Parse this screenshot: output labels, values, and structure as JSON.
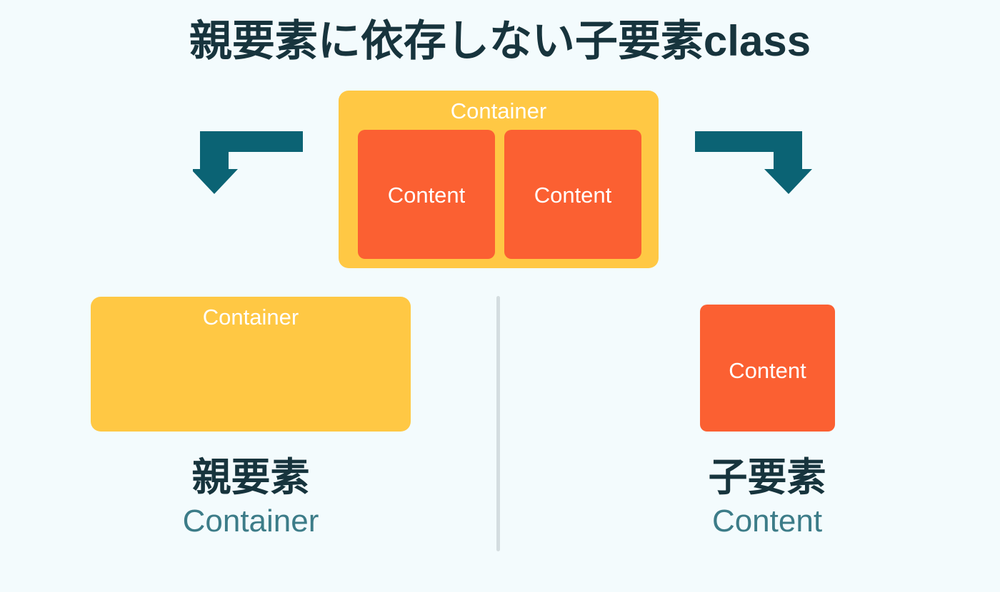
{
  "title": "親要素に依存しない子要素class",
  "colors": {
    "background": "#F3FBFD",
    "container": "#FFC844",
    "content": "#FB6032",
    "arrow": "#0B6374",
    "title_text": "#17343D",
    "caption_en": "#3C7C88",
    "box_label": "#FFFFFF",
    "divider": "#D4DDE0"
  },
  "top_demo": {
    "container_label": "Container",
    "contents": [
      {
        "label": "Content"
      },
      {
        "label": "Content"
      }
    ]
  },
  "arrows": [
    {
      "name": "arrow-left",
      "direction": "left-then-down"
    },
    {
      "name": "arrow-right",
      "direction": "right-then-down"
    }
  ],
  "bottom": {
    "left": {
      "box_label": "Container",
      "caption_jp": "親要素",
      "caption_en": "Container"
    },
    "right": {
      "box_label": "Content",
      "caption_jp": "子要素",
      "caption_en": "Content"
    }
  }
}
